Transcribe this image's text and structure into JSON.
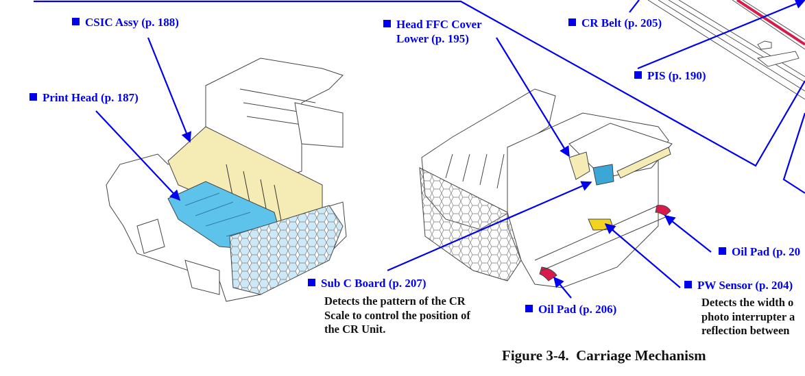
{
  "figure": {
    "caption": "Figure 3-4.  Carriage Mechanism"
  },
  "callouts": {
    "csic_assy": {
      "label": "CSIC Assy (p. 188)"
    },
    "print_head": {
      "label": "Print Head (p. 187)"
    },
    "head_ffc_cover_lower": {
      "line1": "Head FFC Cover",
      "line2": "Lower (p. 195)"
    },
    "cr_belt": {
      "label": "CR Belt (p. 205)"
    },
    "pis": {
      "label": "PIS (p. 190)"
    },
    "sub_c_board": {
      "label": "Sub C Board (p. 207)",
      "description": [
        "Detects the pattern of the CR",
        "Scale to control the position of",
        "the CR Unit."
      ]
    },
    "oil_pad_front": {
      "label": "Oil Pad (p. 206)"
    },
    "oil_pad_right": {
      "label": "Oil Pad (p. 20"
    },
    "pw_sensor": {
      "label": "PW Sensor (p. 204)",
      "description": [
        "Detects the width o",
        "photo interrupter a",
        "reflection between"
      ]
    }
  },
  "colors": {
    "callout_blue": "#0000ee",
    "print_head_fill": "#5ec3ea",
    "csic_fill": "#f5ebb5",
    "oil_pad_fill": "#d81b4a",
    "pw_sensor_fill": "#f2d320",
    "outline": "#444444"
  }
}
